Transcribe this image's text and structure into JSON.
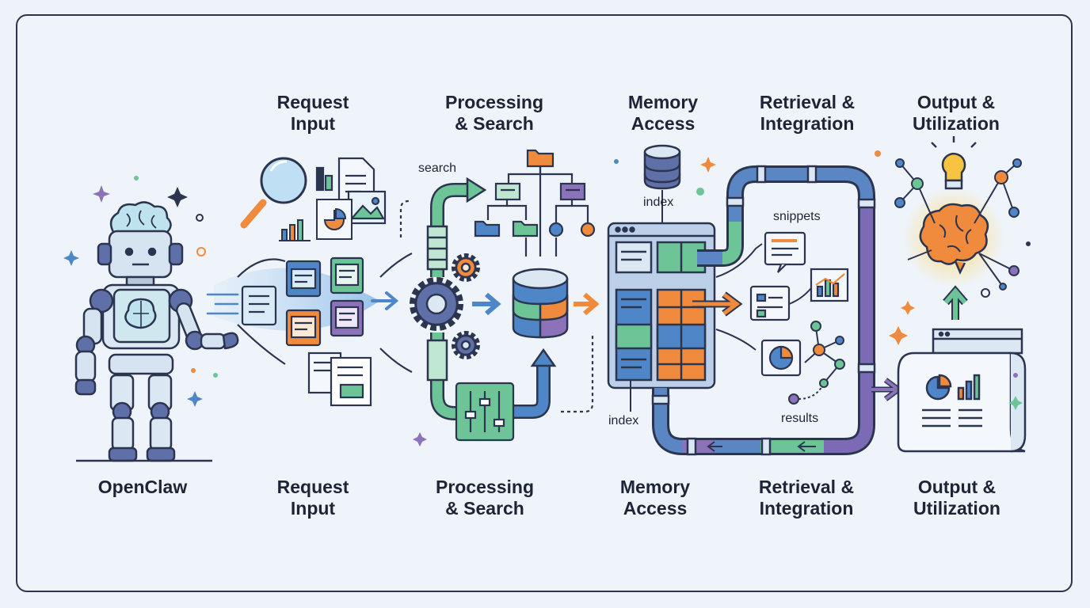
{
  "diagram": {
    "top_stages": [
      {
        "line1": "Request",
        "line2": "Input"
      },
      {
        "line1": "Processing",
        "line2": "& Search"
      },
      {
        "line1": "Memory",
        "line2": "Access"
      },
      {
        "line1": "Retrieval &",
        "line2": "Integration"
      },
      {
        "line1": "Output &",
        "line2": "Utilization"
      }
    ],
    "bottom_stages": [
      {
        "line1": "OpenClaw",
        "line2": ""
      },
      {
        "line1": "Request",
        "line2": "Input"
      },
      {
        "line1": "Processing",
        "line2": "& Search"
      },
      {
        "line1": "Memory",
        "line2": "Access"
      },
      {
        "line1": "Retrieval &",
        "line2": "Integration"
      },
      {
        "line1": "Output &",
        "line2": "Utilization"
      }
    ],
    "annotations": {
      "search": "search",
      "index_top": "index",
      "index_bottom": "index",
      "snippets": "snippets",
      "results": "results"
    },
    "icons": [
      "robot-icon",
      "brain-icon",
      "magnifier-icon",
      "document-icon",
      "image-icon",
      "gear-icon",
      "database-icon",
      "folder-icon",
      "pipe-icon",
      "lightbulb-icon",
      "chart-icon",
      "report-icon",
      "network-node-icon",
      "sparkle-icon"
    ],
    "colors": {
      "outline": "#2c3550",
      "green": "#6cc497",
      "blue": "#4f86c8",
      "orange": "#f08a3c",
      "purple": "#8c72b8",
      "light_blue": "#bcd8f0",
      "yellow": "#f6c343"
    }
  }
}
